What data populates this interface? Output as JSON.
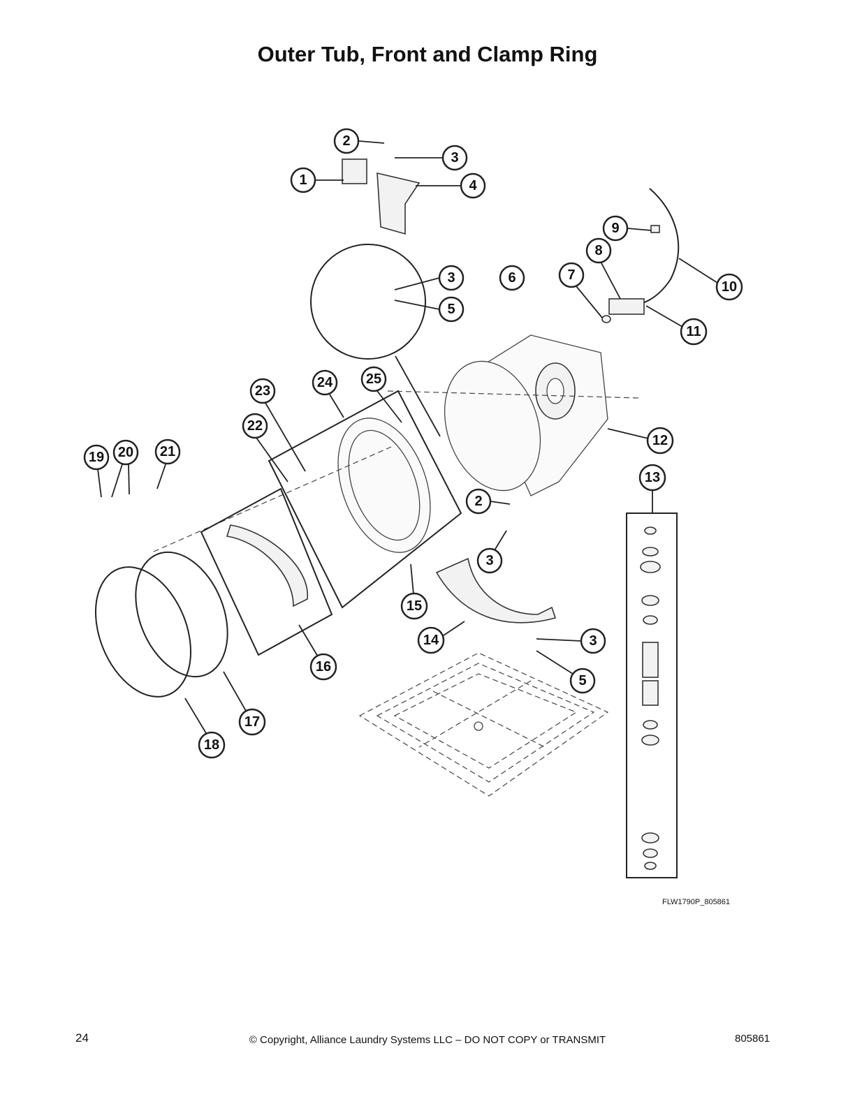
{
  "page": {
    "title": "Outer Tub, Front and Clamp Ring",
    "figure_code": "FLW1790P_805861",
    "page_number": "24",
    "copyright": "© Copyright, Alliance Laundry Systems LLC – DO NOT COPY or TRANSMIT",
    "document_number": "805861"
  },
  "callouts": [
    "1",
    "2",
    "3",
    "4",
    "3",
    "5",
    "6",
    "7",
    "8",
    "9",
    "10",
    "11",
    "12",
    "13",
    "2",
    "3",
    "3",
    "5",
    "14",
    "15",
    "16",
    "17",
    "18",
    "19",
    "20",
    "21",
    "22",
    "23",
    "24",
    "25"
  ]
}
